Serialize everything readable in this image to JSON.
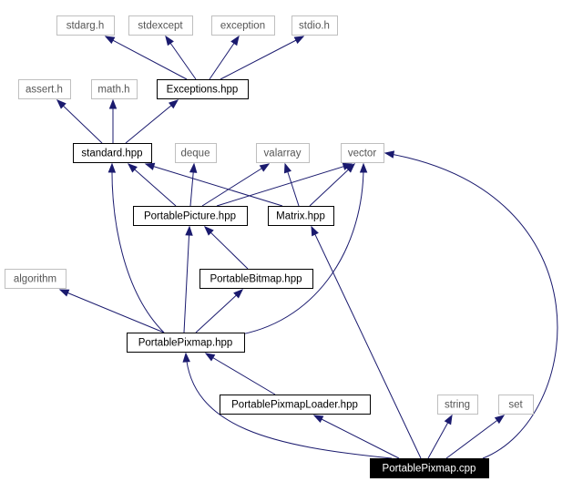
{
  "diagram": {
    "colors": {
      "edge": "#1a1a6e",
      "system_border": "#bfbfbf",
      "system_text": "#555555",
      "project_border": "#000000",
      "project_text": "#000000",
      "focus_fill": "#000000",
      "focus_text": "#ffffff"
    },
    "nodes": [
      {
        "id": "stdarg",
        "label": "stdarg.h",
        "kind": "system"
      },
      {
        "id": "stdexcept",
        "label": "stdexcept",
        "kind": "system"
      },
      {
        "id": "exception",
        "label": "exception",
        "kind": "system"
      },
      {
        "id": "stdio",
        "label": "stdio.h",
        "kind": "system"
      },
      {
        "id": "exceptions",
        "label": "Exceptions.hpp",
        "kind": "project"
      },
      {
        "id": "assert",
        "label": "assert.h",
        "kind": "system"
      },
      {
        "id": "math",
        "label": "math.h",
        "kind": "system"
      },
      {
        "id": "standard",
        "label": "standard.hpp",
        "kind": "project"
      },
      {
        "id": "deque",
        "label": "deque",
        "kind": "system"
      },
      {
        "id": "valarray",
        "label": "valarray",
        "kind": "system"
      },
      {
        "id": "vector",
        "label": "vector",
        "kind": "system"
      },
      {
        "id": "portablepicture",
        "label": "PortablePicture.hpp",
        "kind": "project"
      },
      {
        "id": "matrix",
        "label": "Matrix.hpp",
        "kind": "project"
      },
      {
        "id": "algorithm",
        "label": "algorithm",
        "kind": "system"
      },
      {
        "id": "portablebitmap",
        "label": "PortableBitmap.hpp",
        "kind": "project"
      },
      {
        "id": "portablepixmap",
        "label": "PortablePixmap.hpp",
        "kind": "project"
      },
      {
        "id": "loader",
        "label": "PortablePixmapLoader.hpp",
        "kind": "project"
      },
      {
        "id": "string",
        "label": "string",
        "kind": "system"
      },
      {
        "id": "set",
        "label": "set",
        "kind": "system"
      },
      {
        "id": "pixmapcpp",
        "label": "PortablePixmap.cpp",
        "kind": "focus"
      }
    ],
    "edges": [
      {
        "from": "exceptions",
        "to": "stdarg"
      },
      {
        "from": "exceptions",
        "to": "stdexcept"
      },
      {
        "from": "exceptions",
        "to": "exception"
      },
      {
        "from": "exceptions",
        "to": "stdio"
      },
      {
        "from": "standard",
        "to": "assert"
      },
      {
        "from": "standard",
        "to": "math"
      },
      {
        "from": "standard",
        "to": "exceptions"
      },
      {
        "from": "portablepicture",
        "to": "standard"
      },
      {
        "from": "portablepicture",
        "to": "deque"
      },
      {
        "from": "portablepicture",
        "to": "valarray"
      },
      {
        "from": "portablepicture",
        "to": "vector"
      },
      {
        "from": "matrix",
        "to": "standard"
      },
      {
        "from": "matrix",
        "to": "valarray"
      },
      {
        "from": "matrix",
        "to": "vector"
      },
      {
        "from": "portablebitmap",
        "to": "portablepicture"
      },
      {
        "from": "portablepixmap",
        "to": "algorithm"
      },
      {
        "from": "portablepixmap",
        "to": "standard"
      },
      {
        "from": "portablepixmap",
        "to": "portablepicture"
      },
      {
        "from": "portablepixmap",
        "to": "portablebitmap"
      },
      {
        "from": "portablepixmap",
        "to": "vector"
      },
      {
        "from": "loader",
        "to": "portablepixmap"
      },
      {
        "from": "pixmapcpp",
        "to": "portablepixmap"
      },
      {
        "from": "pixmapcpp",
        "to": "loader"
      },
      {
        "from": "pixmapcpp",
        "to": "matrix"
      },
      {
        "from": "pixmapcpp",
        "to": "string"
      },
      {
        "from": "pixmapcpp",
        "to": "set"
      },
      {
        "from": "pixmapcpp",
        "to": "vector"
      }
    ]
  }
}
